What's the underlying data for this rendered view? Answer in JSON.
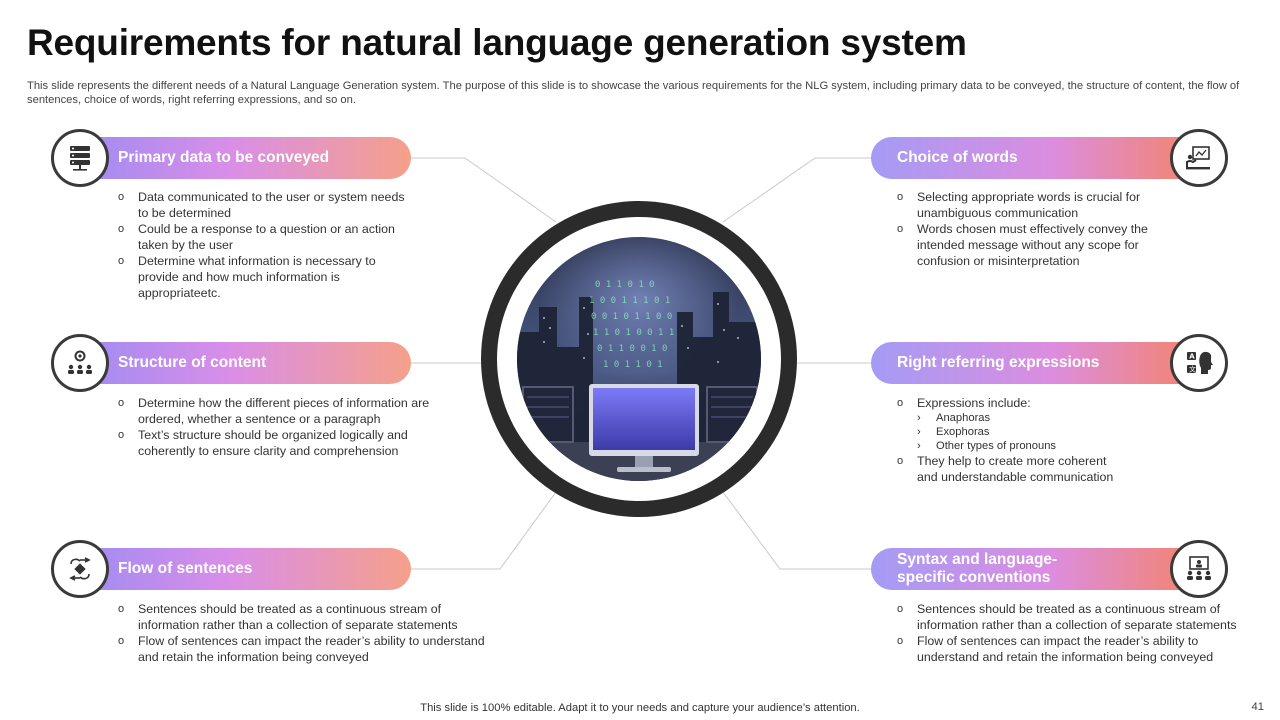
{
  "slide": {
    "title": "Requirements for natural language generation system",
    "description": "This slide represents the different needs of a Natural Language Generation system. The purpose of this slide is to showcase the various requirements for the NLG system, including primary data to be conveyed, the structure of content, the flow of sentences, choice of words, right referring expressions, and so on.",
    "footer": "This slide is 100% editable. Adapt it to your needs and capture your audience’s attention.",
    "page_number": "41"
  },
  "sections": {
    "primary": {
      "heading": "Primary data to be conveyed",
      "icon": "server-rack-icon",
      "bullets": [
        "Data communicated to the user or system needs to be determined",
        "Could be a response to a question or an action taken by the user",
        "Determine what information is necessary to provide and how much information is appropriateetc."
      ]
    },
    "structure": {
      "heading": "Structure of content",
      "icon": "team-structure-icon",
      "bullets": [
        "Determine how the different pieces of information are ordered, whether a sentence or a paragraph",
        "Text’s structure should be organized logically and coherently to ensure clarity and comprehension"
      ]
    },
    "flow": {
      "heading": "Flow of sentences",
      "icon": "flow-cycle-icon",
      "bullets": [
        "Sentences should be treated as a continuous stream of information rather than a collection of separate statements",
        "Flow of sentences can impact the reader’s ability to understand and retain the information being conveyed"
      ]
    },
    "choice": {
      "heading": "Choice of words",
      "icon": "presentation-board-icon",
      "bullets": [
        "Selecting appropriate words is crucial for unambiguous communication",
        "Words chosen must effectively convey the intended message without any scope for confusion or misinterpretation"
      ]
    },
    "referring": {
      "heading": "Right referring expressions",
      "icon": "translate-speaker-icon",
      "intro": "Expressions include:",
      "sub_items": [
        "Anaphoras",
        "Exophoras",
        "Other types of pronouns"
      ],
      "last_bullet": "They help to create more coherent and understandable communication"
    },
    "syntax": {
      "heading": "Syntax and language-specific conventions",
      "icon": "audience-presentation-icon",
      "bullets": [
        "Sentences should be treated as a continuous stream of information rather than a collection of separate statements",
        "Flow of sentences can impact the reader’s ability to understand and retain the information being conveyed"
      ]
    }
  },
  "colors": {
    "pill_gradient_start": "#a08bf2",
    "pill_gradient_mid": "#d98ee8",
    "pill_gradient_end": "#f5a08a",
    "ring_dark": "#2b2b2b",
    "icon_border": "#3a3a3a"
  }
}
